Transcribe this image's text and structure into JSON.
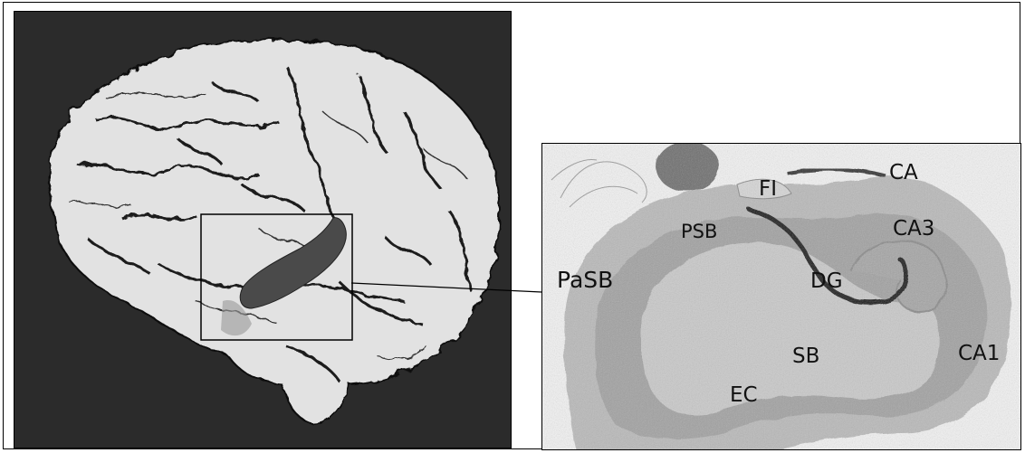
{
  "figure": {
    "labels": {
      "fi": "FI",
      "ca": "CA",
      "psb": "PSB",
      "ca3": "CA3",
      "pasb": "PaSB",
      "dg": "DG",
      "sb": "SB",
      "ca1": "CA1",
      "ec": "EC"
    }
  },
  "colors": {
    "brain_background": "#2b2b2b",
    "brain_surface": "#e2e2e2",
    "hippocampus_highlight": "#4a4a4a",
    "section_background": "#f2f2f2",
    "tissue": "#b9b9b9",
    "tissue_dark": "#8f8f8f"
  }
}
